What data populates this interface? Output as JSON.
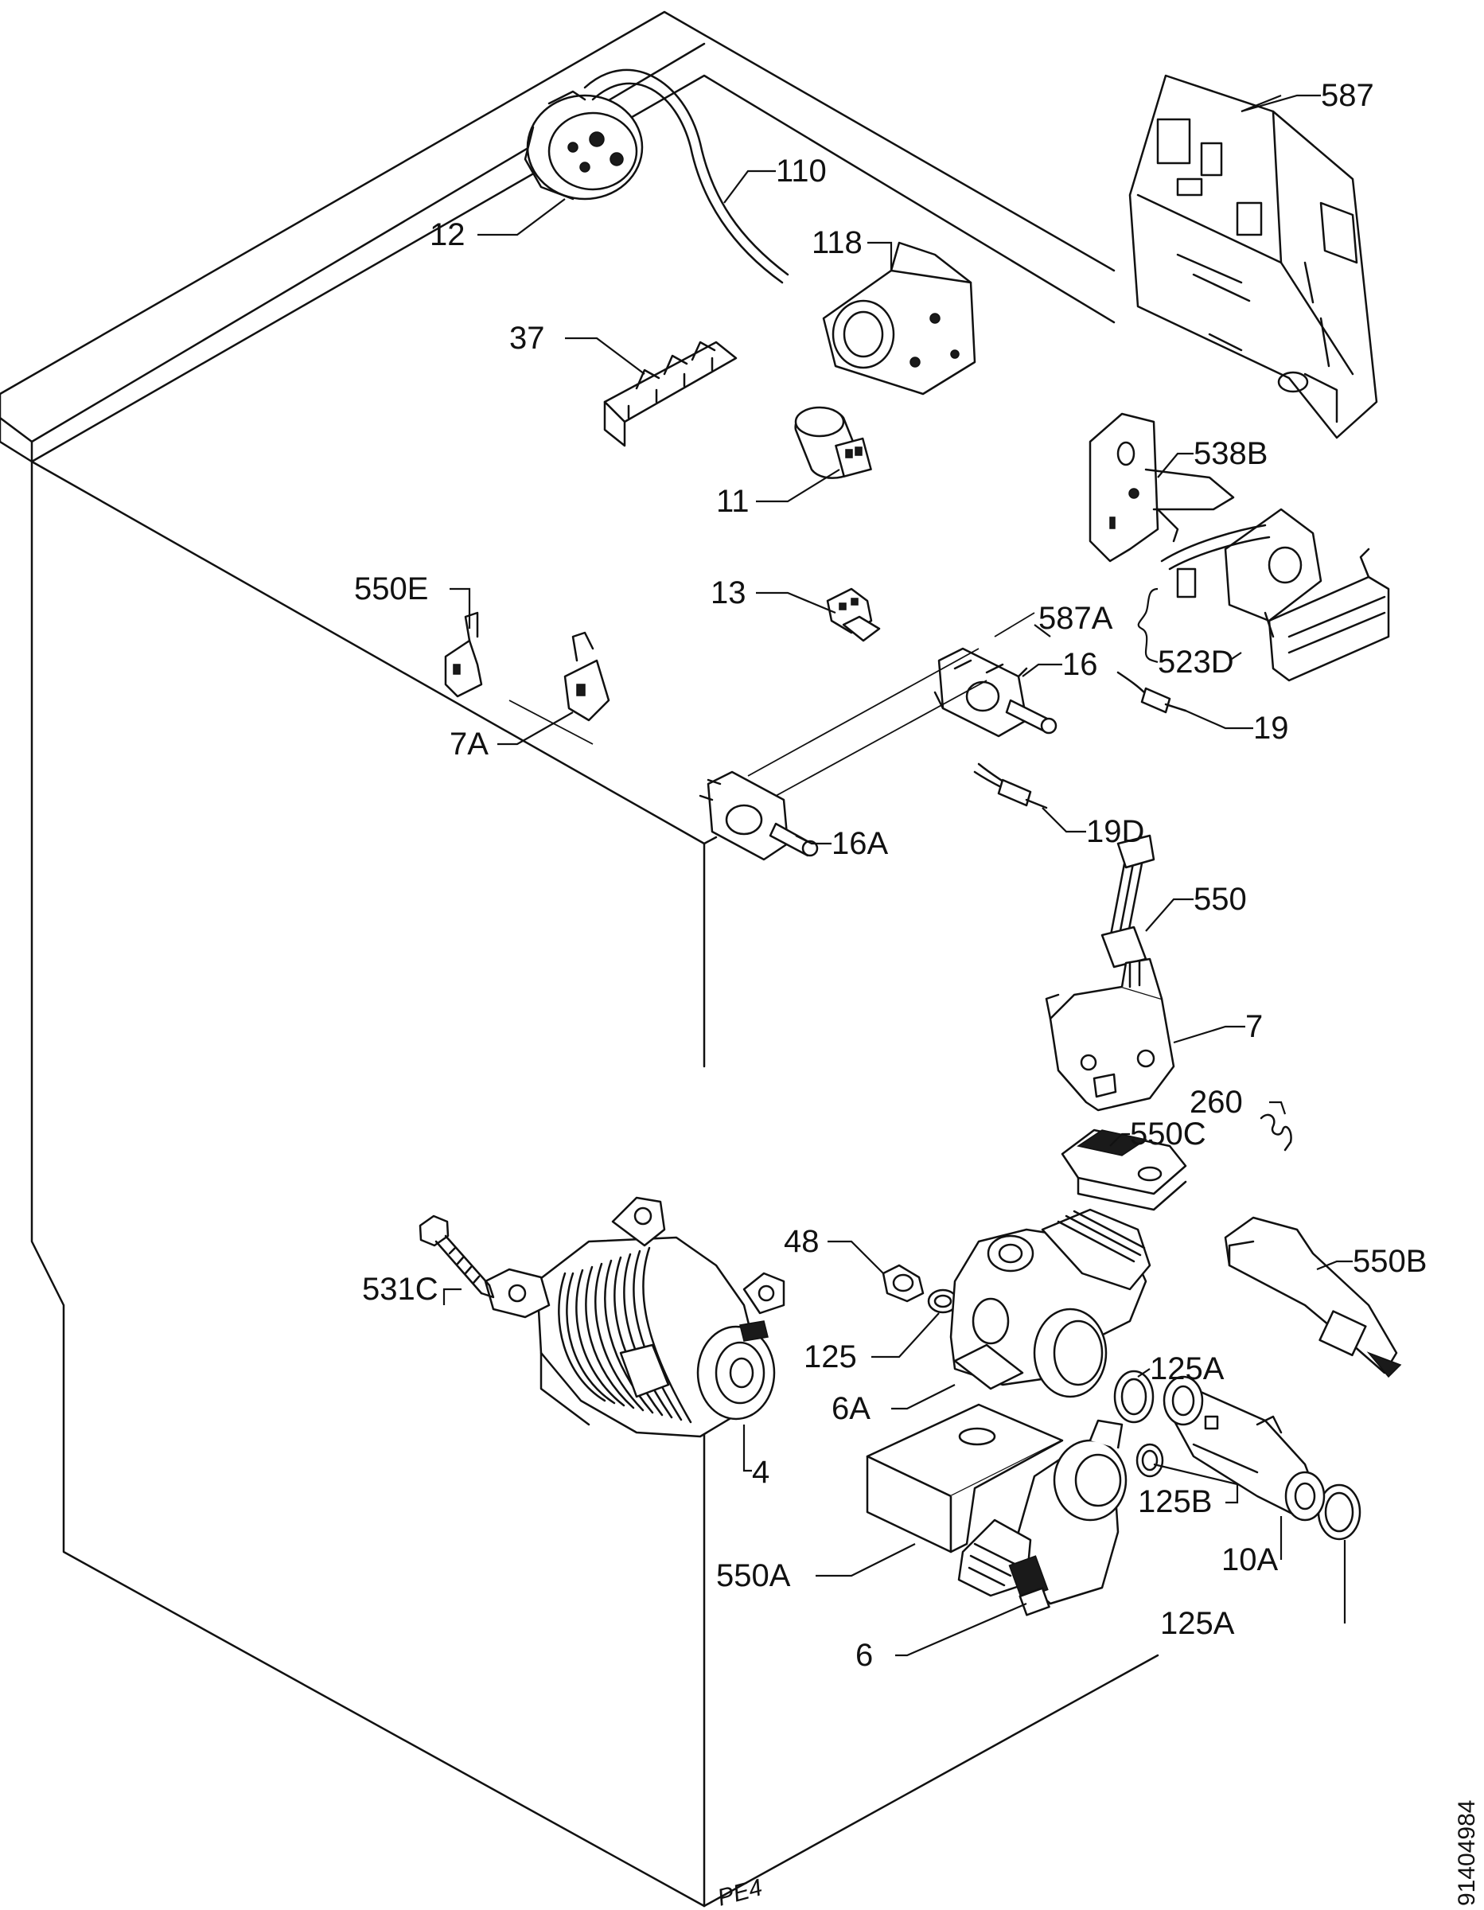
{
  "drawing_code": "91404984",
  "corner_mark": "PE4",
  "labels": {
    "p587": "587",
    "p110": "110",
    "p12": "12",
    "p118": "118",
    "p37": "37",
    "p538B": "538B",
    "p11": "11",
    "p13": "13",
    "p550E": "550E",
    "p587A": "587A",
    "p16": "16",
    "p523D": "523D",
    "p19": "19",
    "p7A": "7A",
    "p16A": "16A",
    "p19D": "19D",
    "p550": "550",
    "p7": "7",
    "p260": "260",
    "p550C": "550C",
    "p48": "48",
    "p531C": "531C",
    "p550B": "550B",
    "p125": "125",
    "p125A_upper": "125A",
    "p6A": "6A",
    "p4": "4",
    "p125B": "125B",
    "p10A": "10A",
    "p550A": "550A",
    "p6": "6",
    "p125A_lower": "125A"
  }
}
